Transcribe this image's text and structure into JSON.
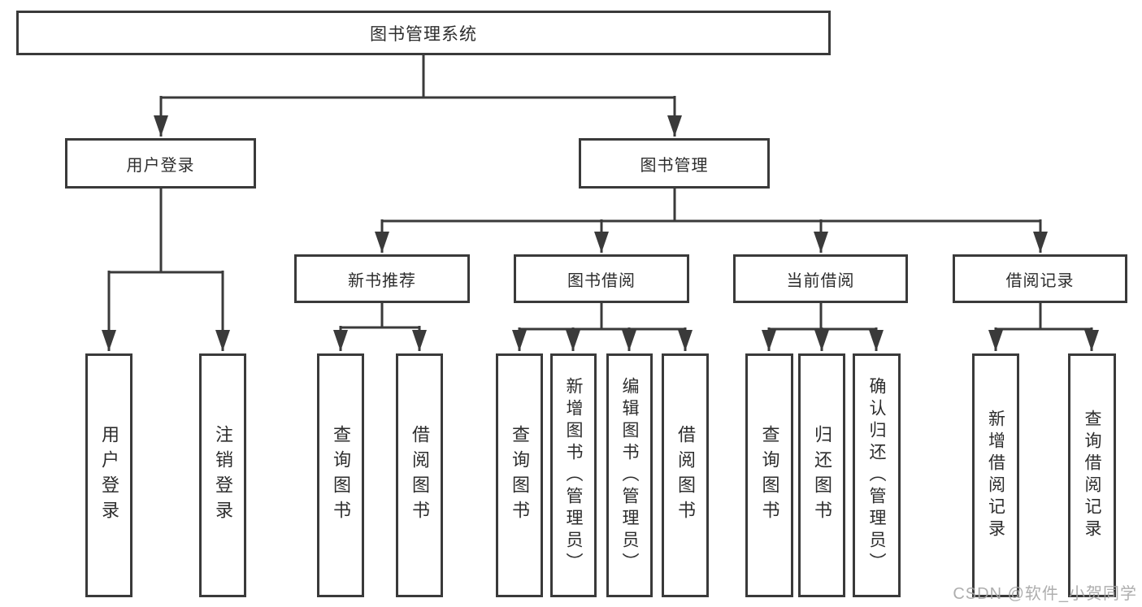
{
  "diagram": {
    "root": {
      "label": "图书管理系统"
    },
    "level2": [
      {
        "label": "用户登录"
      },
      {
        "label": "图书管理"
      }
    ],
    "level3": [
      {
        "label": "新书推荐"
      },
      {
        "label": "图书借阅"
      },
      {
        "label": "当前借阅"
      },
      {
        "label": "借阅记录"
      }
    ],
    "leaves": {
      "user_login": [
        "用户登录",
        "注销登录"
      ],
      "new_book_recommend": [
        "查询图书",
        "借阅图书"
      ],
      "book_borrow": [
        "查询图书",
        "新增图书（管理员）",
        "编辑图书（管理员）",
        "借阅图书"
      ],
      "current_borrow": [
        "查询图书",
        "归还图书",
        "确认归还（管理员）"
      ],
      "borrow_records": [
        "新增借阅记录",
        "查询借阅记录"
      ]
    }
  },
  "watermark": "CSDN @软件_小贺同学",
  "colors": {
    "line": "#3a3a3a",
    "text": "#2d2d2d",
    "background": "#ffffff",
    "watermark": "#a5a5a5"
  }
}
